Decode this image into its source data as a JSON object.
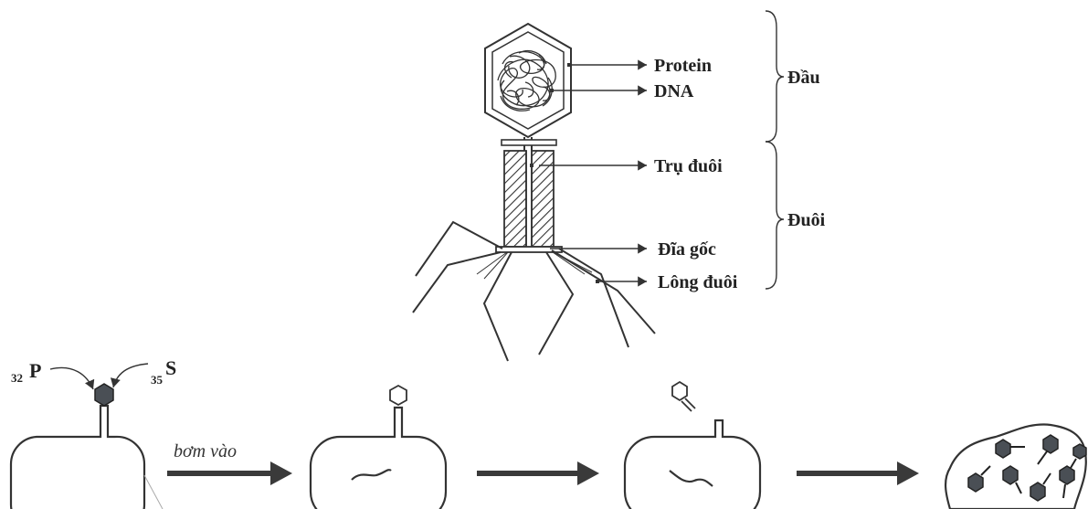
{
  "labels": {
    "protein": "Protein",
    "dna": "DNA",
    "tail_tube": "Trụ đuôi",
    "base_plate": "Đĩa gốc",
    "tail_fibers": "Lông đuôi",
    "head": "Đầu",
    "tail": "Đuôi"
  },
  "isotopes": {
    "p_mass": "32",
    "p_symbol": "P",
    "s_mass": "35",
    "s_symbol": "S"
  },
  "arrow_label": "bơm vào",
  "colors": {
    "stroke": "#333333",
    "capsid_fill": "#4a4f55",
    "arrow": "#3a3a3a"
  }
}
